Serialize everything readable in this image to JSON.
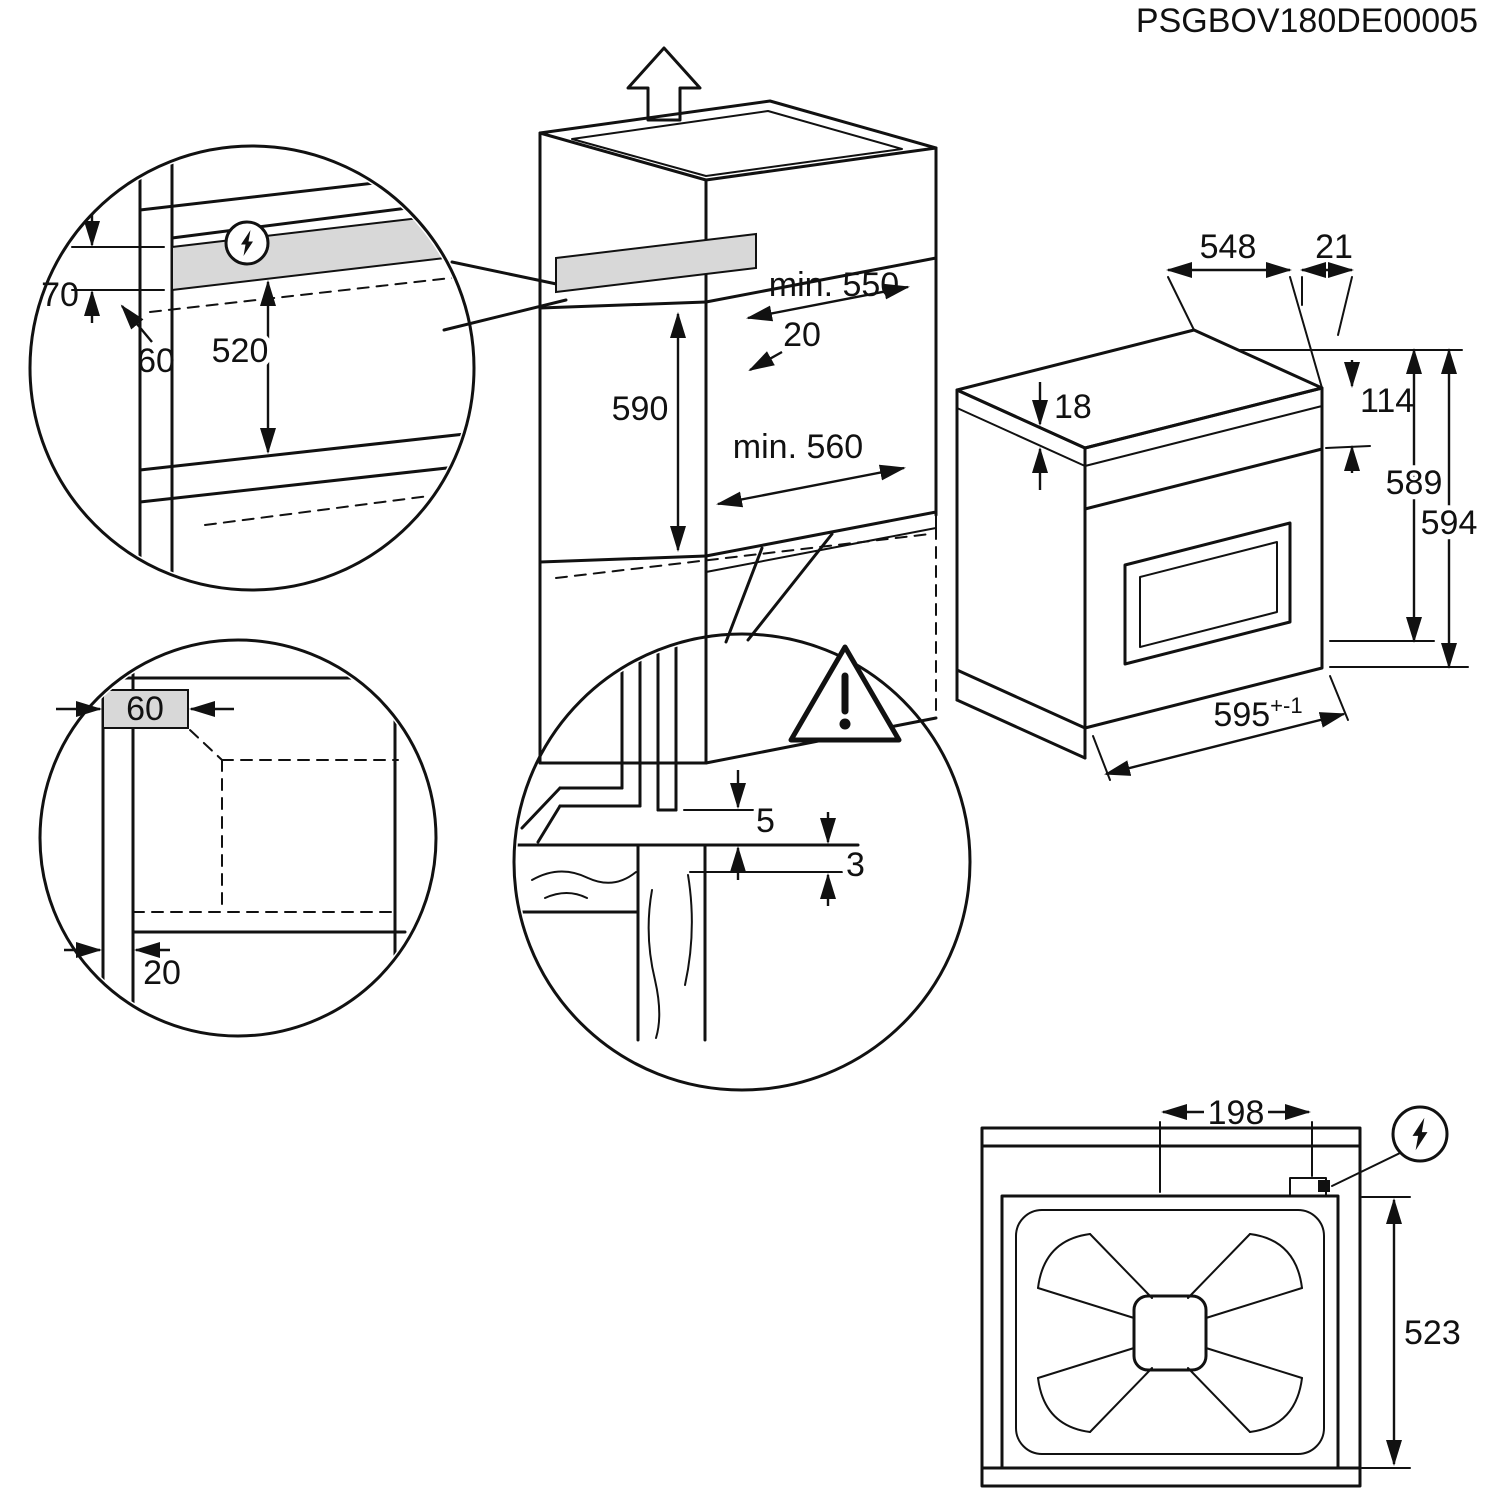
{
  "colors": {
    "line_color": "#111111",
    "shade_color": "#d8d8d8",
    "background_color": "#ffffff"
  },
  "header": {
    "doc_code": "PSGBOV180DE00005"
  },
  "top_left_detail": {
    "recess_height": "70",
    "recess_depth": "60",
    "height_to_shelf": "520"
  },
  "cabinet_niche": {
    "min_depth": "min. 550",
    "front_gap": "20",
    "niche_height": "590",
    "min_width": "min. 560"
  },
  "oven_dimensions": {
    "depth": "548",
    "door_overhang": "21",
    "top_clearance": "18",
    "panel_height": "114",
    "body_height": "589",
    "overall_height": "594",
    "width": "595",
    "width_tolerance": "+-1"
  },
  "bottom_left_detail": {
    "corner_inset": "60",
    "side_gap": "20"
  },
  "gap_detail": {
    "upper_gap": "5",
    "lower_gap": "3"
  },
  "top_view": {
    "connection_offset": "198",
    "depth_to_rear": "523"
  },
  "icons": {
    "electric_connection": "bolt-icon",
    "caution": "warning-triangle-icon",
    "mount_direction": "up-arrow-icon"
  }
}
